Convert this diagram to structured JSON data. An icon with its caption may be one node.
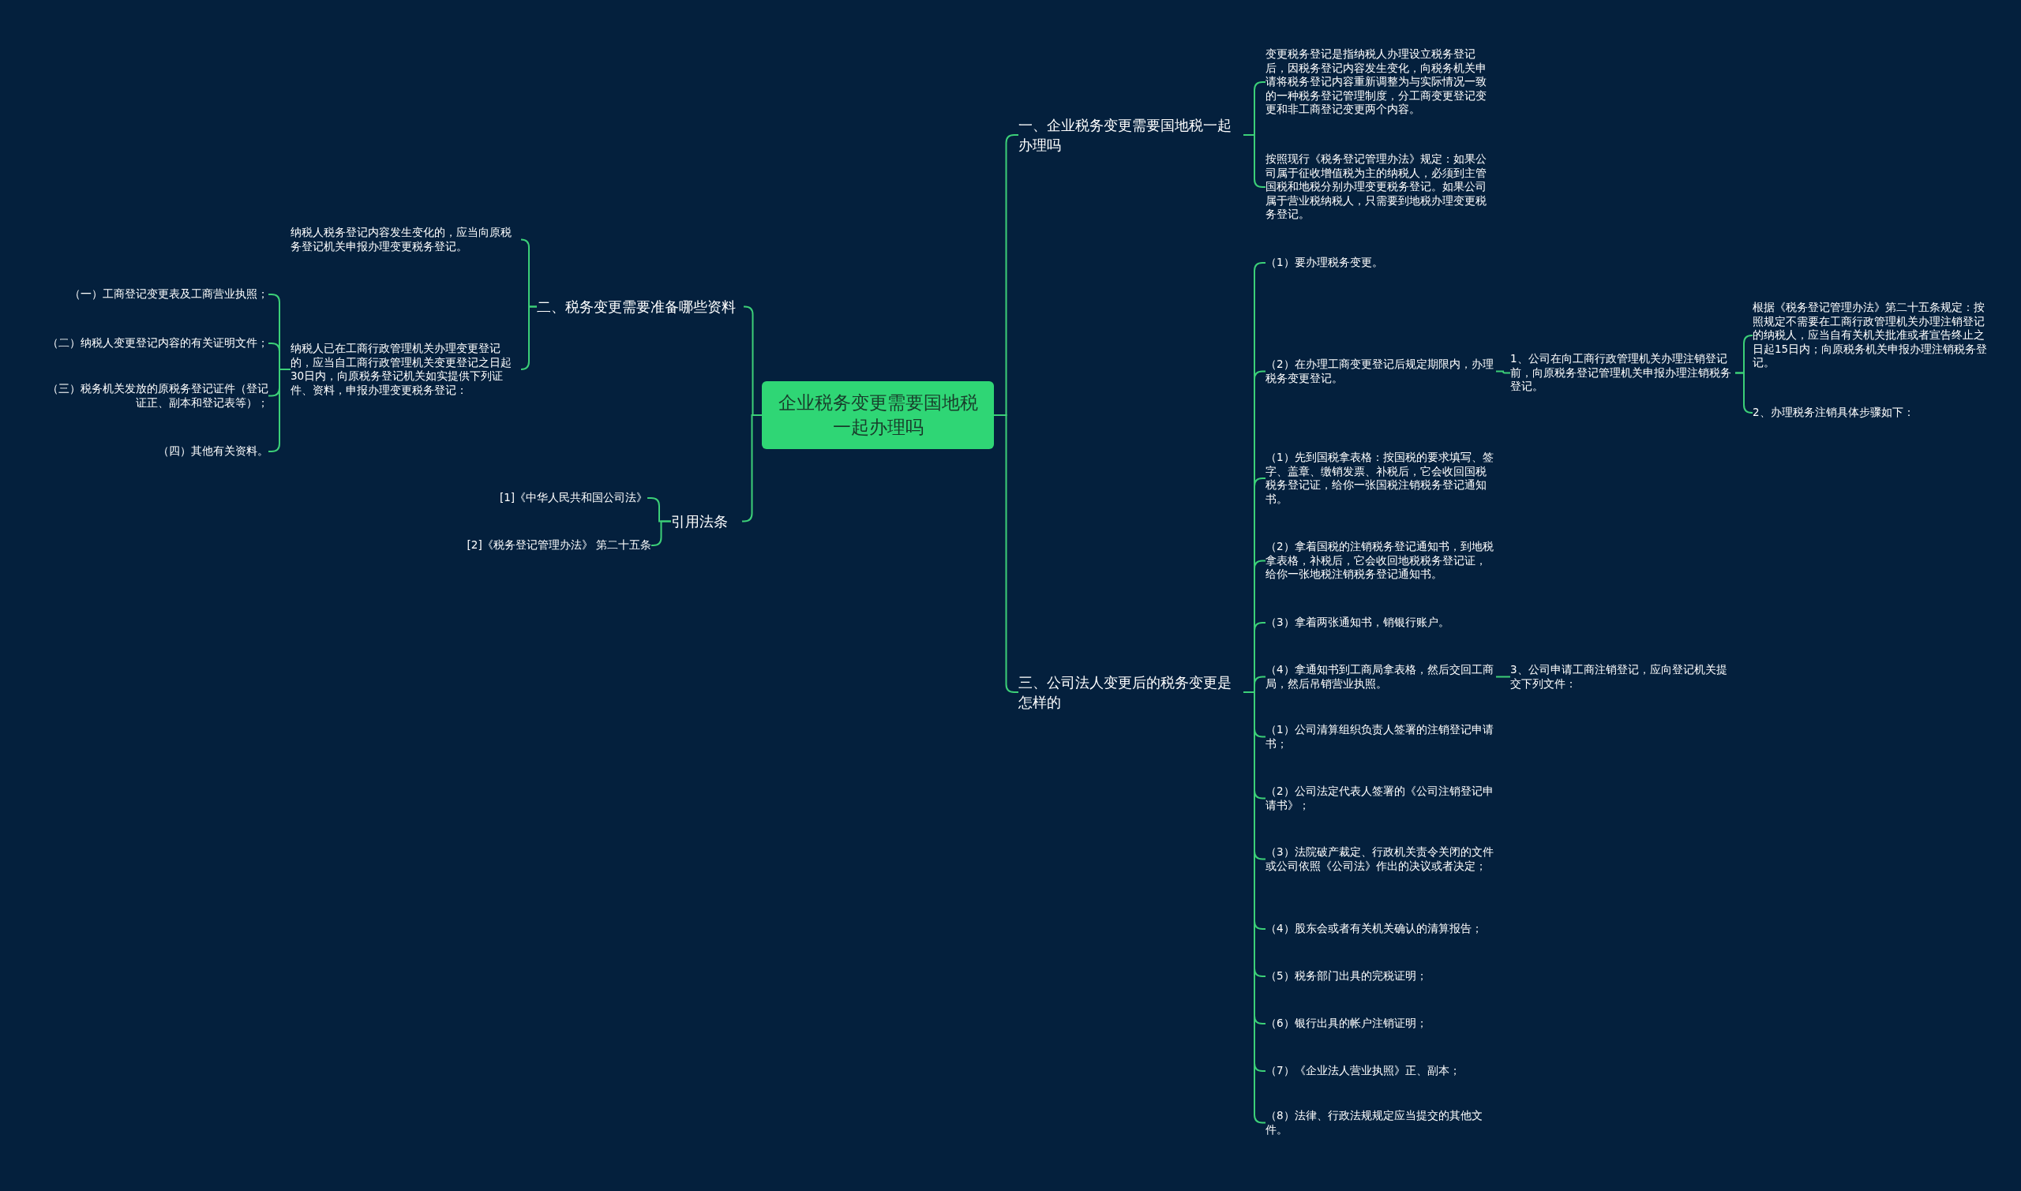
{
  "diagram": {
    "nodes": [
      {
        "text": [
          "企业税务变更需要国地税一起办理吗"
        ]
      },
      {
        "text": [
          "一、企业税务变更需要国地税一起办理吗"
        ]
      },
      {
        "text": [
          "变更税务登记是指纳税人办理设立税务登记后，因税务登记内容发生变化，向税务机关申请将税务登记内容重新调整为与实际情况一致的一种税务登记管理制度，分工商变更登记变更和非工商登记变更两个内容。"
        ]
      },
      {
        "text": [
          "按照现行《税务登记管理办法》规定：如果公司属于征收增值税为主的纳税人，必须到主管国税和地税分别办理变更税务登记。如果公司属于营业税纳税人，只需要到地税办理变更税务登记。"
        ]
      },
      {
        "text": [
          "二、税务变更需要准备哪些资料"
        ]
      },
      {
        "text": [
          "纳税人税务登记内容发生变化的，应当向原税务登记机关申报办理变更税务登记。"
        ]
      },
      {
        "text": [
          "纳税人已在工商行政管理机关办理变更登记的，应当自工商行政管理机关变更登记之日起30日内，向原税务登记机关如实提供下列证件、资料，申报办理变更税务登记："
        ]
      },
      {
        "text": [
          "（一）工商登记变更表及工商营业执照；"
        ]
      },
      {
        "text": [
          "（二）纳税人变更登记内容的有关证明文件；"
        ]
      },
      {
        "text": [
          "（三）税务机关发放的原税务登记证件（登记证正、副本和登记表等）；"
        ]
      },
      {
        "text": [
          "（四）其他有关资料。"
        ]
      },
      {
        "text": [
          "引用法条"
        ]
      },
      {
        "text": [
          "[1]《中华人民共和国公司法》"
        ]
      },
      {
        "text": [
          "[2]《税务登记管理办法》 第二十五条"
        ]
      },
      {
        "text": [
          "三、公司法人变更后的税务变更是怎样的"
        ]
      },
      {
        "text": [
          "（1）要办理税务变更。"
        ]
      },
      {
        "text": [
          "（2）在办理工商变更登记后规定期限内，办理税务变更登记。"
        ]
      },
      {
        "text": [
          "1、公司在向工商行政管理机关办理注销登记前，向原税务登记管理机关申报办理注销税务登记。"
        ]
      },
      {
        "text": [
          "根据《税务登记管理办法》第二十五条规定：按照规定不需要在工商行政管理机关办理注销登记的纳税人，应当自有关机关批准或者宣告终止之日起15日内；向原税务机关申报办理注销税务登记。"
        ]
      },
      {
        "text": [
          "2、办理税务注销具体步骤如下："
        ]
      },
      {
        "text": [
          "（1）先到国税拿表格：按国税的要求填写、签字、盖章、缴销发票、补税后，它会收回国税税务登记证，给你一张国税注销税务登记通知书。"
        ]
      },
      {
        "text": [
          "（2）拿着国税的注销税务登记通知书，到地税拿表格，补税后，它会收回地税税务登记证，给你一张地税注销税务登记通知书。"
        ]
      },
      {
        "text": [
          "（3）拿着两张通知书，销银行账户。"
        ]
      },
      {
        "text": [
          "（4）拿通知书到工商局拿表格，然后交回工商局，然后吊销营业执照。"
        ]
      },
      {
        "text": [
          "3、公司申请工商注销登记，应向登记机关提交下列文件："
        ]
      },
      {
        "text": [
          "（1）公司清算组织负责人签署的注销登记申请书；"
        ]
      },
      {
        "text": [
          "（2）公司法定代表人签署的《公司注销登记申请书》；"
        ]
      },
      {
        "text": [
          "（3）法院破产裁定、行政机关责令关闭的文件或公司依照《公司法》作出的决议或者决定；"
        ]
      },
      {
        "text": [
          "（4）股东会或者有关机关确认的清算报告；"
        ]
      },
      {
        "text": [
          "（5）税务部门出具的完税证明；"
        ]
      },
      {
        "text": [
          "（6）银行出具的帐户注销证明；"
        ]
      },
      {
        "text": [
          "（7）《企业法人营业执照》正、副本；"
        ]
      },
      {
        "text": [
          "（8）法律、行政法规规定应当提交的其他文件。"
        ]
      }
    ],
    "edges": [
      {
        "from": 0,
        "to": 1,
        "arrow": "none"
      },
      {
        "from": 1,
        "to": 2,
        "arrow": "none"
      },
      {
        "from": 1,
        "to": 3,
        "arrow": "none"
      },
      {
        "from": 0,
        "to": 4,
        "arrow": "none"
      },
      {
        "from": 4,
        "to": 5,
        "arrow": "none"
      },
      {
        "from": 4,
        "to": 6,
        "arrow": "none"
      },
      {
        "from": 6,
        "to": 7,
        "arrow": "none"
      },
      {
        "from": 6,
        "to": 8,
        "arrow": "none"
      },
      {
        "from": 6,
        "to": 9,
        "arrow": "none"
      },
      {
        "from": 6,
        "to": 10,
        "arrow": "none"
      },
      {
        "from": 0,
        "to": 11,
        "arrow": "none"
      },
      {
        "from": 11,
        "to": 12,
        "arrow": "none"
      },
      {
        "from": 11,
        "to": 13,
        "arrow": "none"
      },
      {
        "from": 0,
        "to": 14,
        "arrow": "none"
      },
      {
        "from": 14,
        "to": 15,
        "arrow": "none"
      },
      {
        "from": 14,
        "to": 16,
        "arrow": "none"
      },
      {
        "from": 16,
        "to": 17,
        "arrow": "none"
      },
      {
        "from": 17,
        "to": 18,
        "arrow": "none"
      },
      {
        "from": 17,
        "to": 19,
        "arrow": "none"
      },
      {
        "from": 14,
        "to": 20,
        "arrow": "none"
      },
      {
        "from": 14,
        "to": 21,
        "arrow": "none"
      },
      {
        "from": 14,
        "to": 22,
        "arrow": "none"
      },
      {
        "from": 14,
        "to": 23,
        "arrow": "none"
      },
      {
        "from": 23,
        "to": 24,
        "arrow": "none"
      },
      {
        "from": 14,
        "to": 25,
        "arrow": "none"
      },
      {
        "from": 14,
        "to": 26,
        "arrow": "none"
      },
      {
        "from": 14,
        "to": 27,
        "arrow": "none"
      },
      {
        "from": 14,
        "to": 28,
        "arrow": "none"
      },
      {
        "from": 14,
        "to": 29,
        "arrow": "none"
      },
      {
        "from": 14,
        "to": 30,
        "arrow": "none"
      },
      {
        "from": 14,
        "to": 31,
        "arrow": "none"
      },
      {
        "from": 14,
        "to": 32,
        "arrow": "none"
      }
    ]
  }
}
